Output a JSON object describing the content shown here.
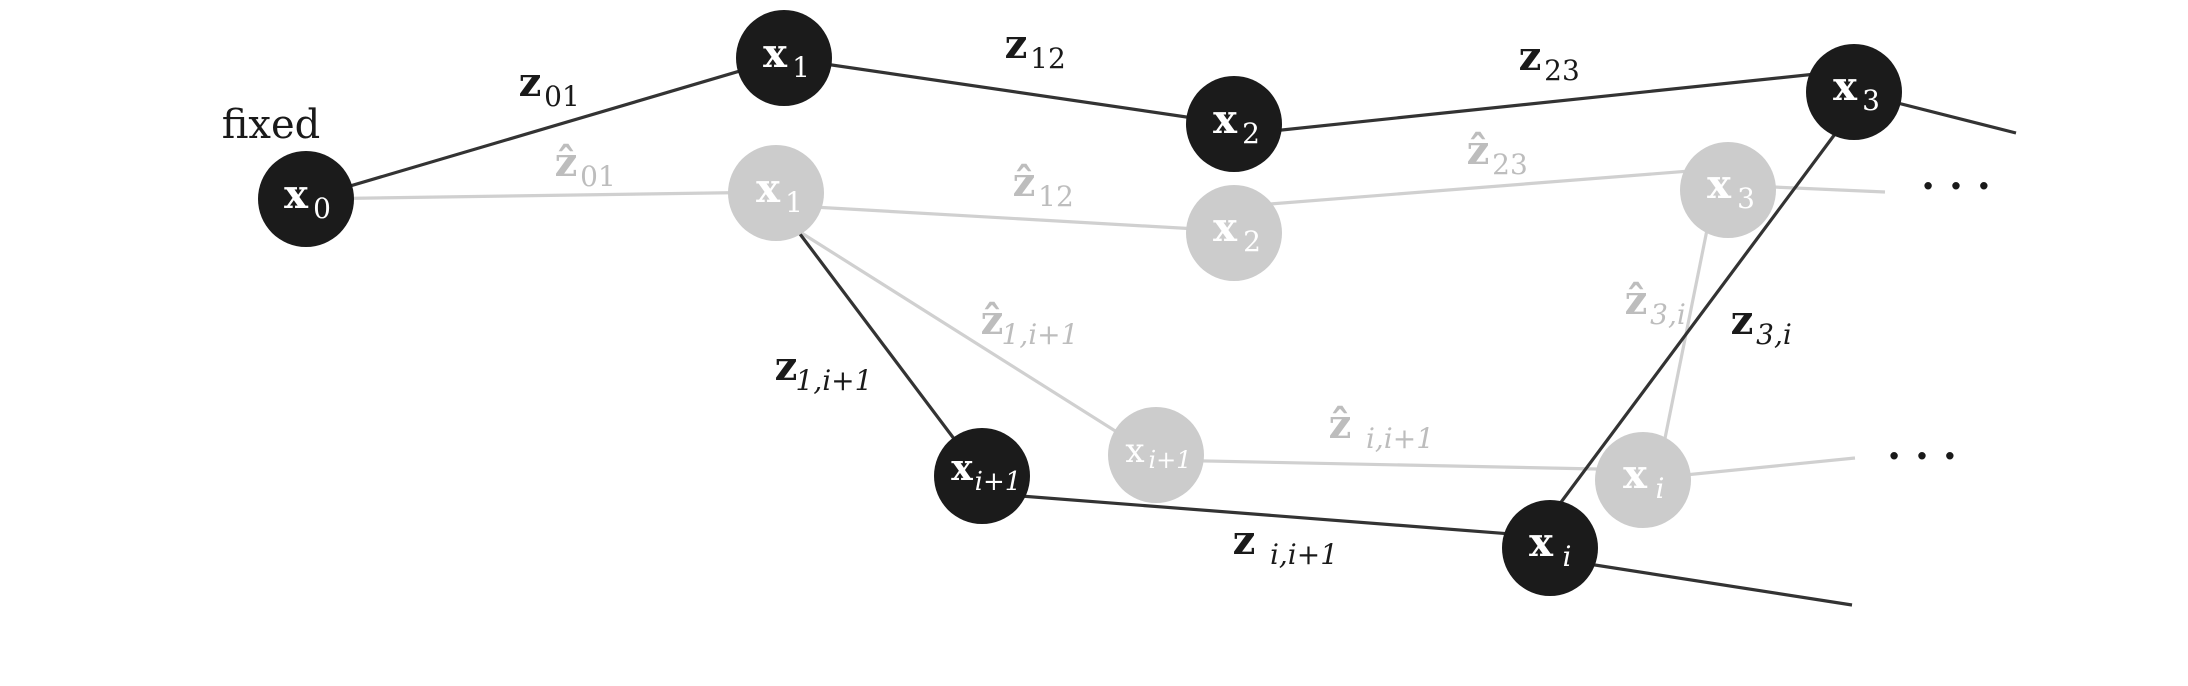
{
  "fixed_label": "fixed",
  "nodes_main": {
    "x0": {
      "base": "x",
      "sub": "0"
    },
    "x1": {
      "base": "x",
      "sub": "1"
    },
    "x2": {
      "base": "x",
      "sub": "2"
    },
    "x3": {
      "base": "x",
      "sub": "3"
    },
    "xi1": {
      "base": "x",
      "sub": "i+1"
    },
    "xi": {
      "base": "x",
      "sub": "i"
    }
  },
  "nodes_ghost": {
    "x1": {
      "base": "x",
      "sub": "1"
    },
    "x2": {
      "base": "x",
      "sub": "2"
    },
    "x3": {
      "base": "x",
      "sub": "3"
    },
    "xi1": {
      "base": "x",
      "sub": "i+1"
    },
    "xi": {
      "base": "x",
      "sub": "i"
    }
  },
  "edges_main": {
    "z01": {
      "base": "z",
      "sub": "01"
    },
    "z12": {
      "base": "z",
      "sub": "12"
    },
    "z23": {
      "base": "z",
      "sub": "23"
    },
    "z1i1": {
      "base": "z",
      "sub": "1,i+1"
    },
    "zii1": {
      "base": "z",
      "sub": "i,i+1"
    },
    "z3i": {
      "base": "z",
      "sub": "3,i"
    }
  },
  "edges_ghost": {
    "z01": {
      "base": "ẑ",
      "sub": "01"
    },
    "z12": {
      "base": "ẑ",
      "sub": "12"
    },
    "z23": {
      "base": "ẑ",
      "sub": "23"
    },
    "z1i1": {
      "base": "ẑ",
      "sub": "1,i+1"
    },
    "zii1": {
      "base": "ẑ",
      "sub": "i,i+1"
    },
    "z3i": {
      "base": "ẑ",
      "sub": "3,i"
    }
  },
  "continuation": "· · ·",
  "colors": {
    "main_node": "#1b1b1b",
    "ghost_node": "#cccccc",
    "main_edge": "#333333",
    "ghost_edge": "#d0d0d0"
  }
}
